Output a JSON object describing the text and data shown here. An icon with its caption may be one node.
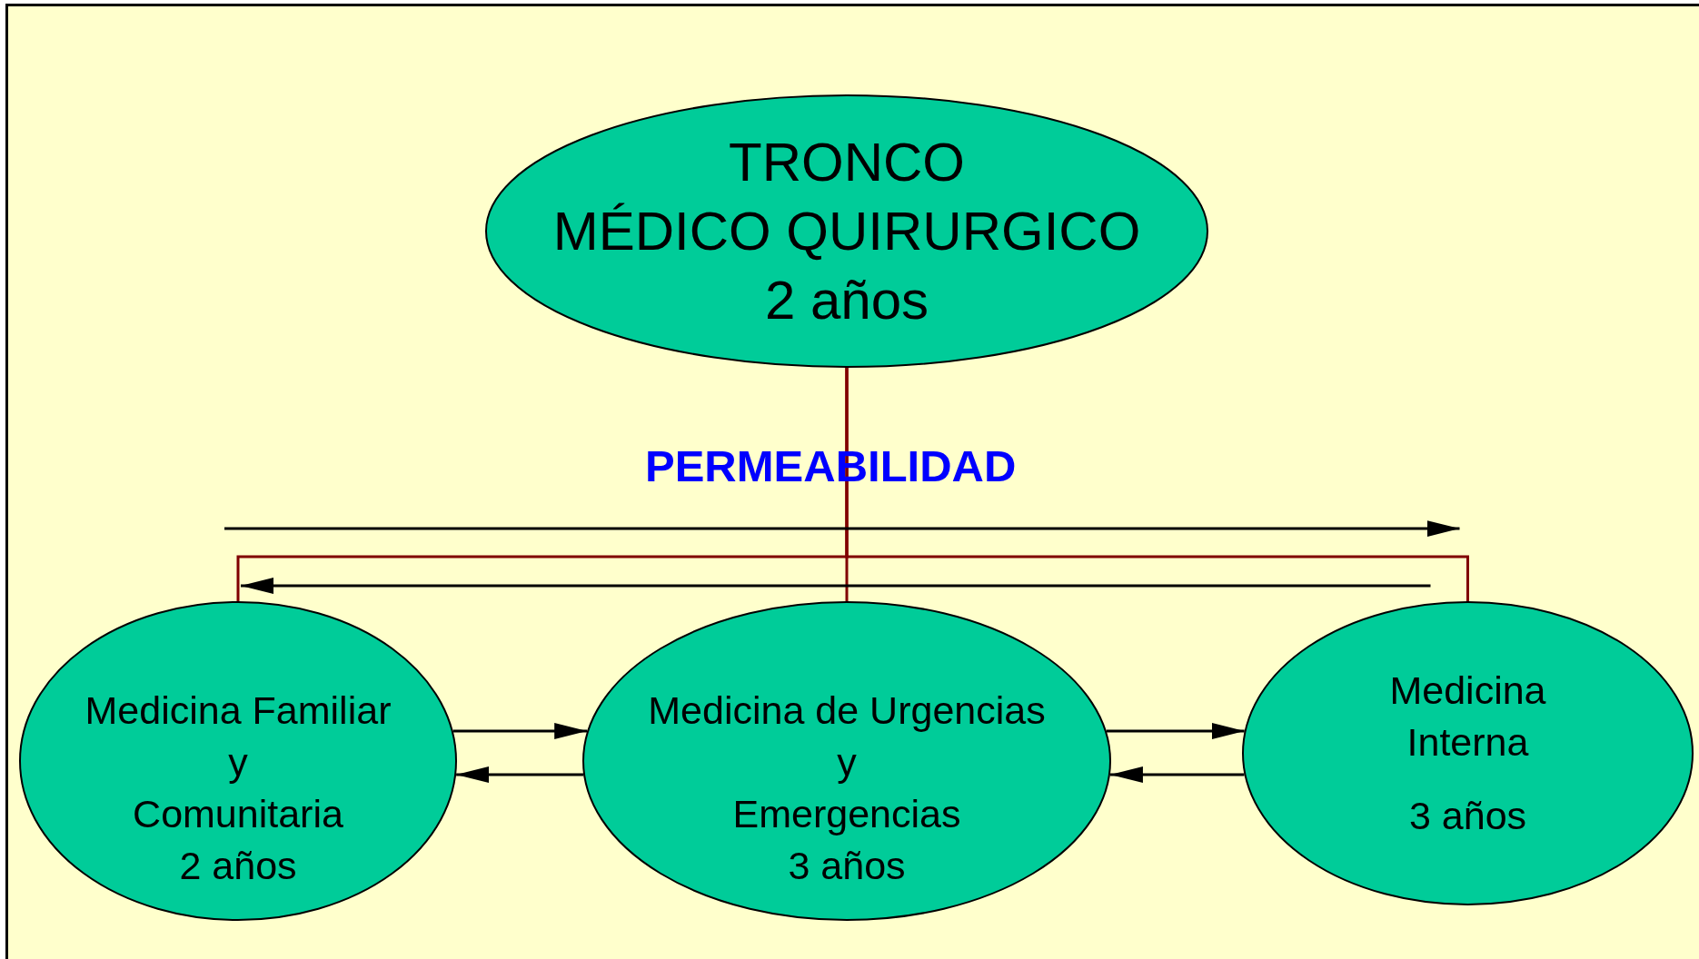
{
  "diagram": {
    "nodes": [
      {
        "text": [
          "TRONCO",
          "MÉDICO QUIRURGICO",
          "2 años"
        ]
      },
      {
        "text": [
          "Medicina Familiar",
          "y",
          "Comunitaria",
          "2 años"
        ]
      },
      {
        "text": [
          "Medicina de Urgencias",
          "y",
          "Emergencias",
          "3 años"
        ]
      },
      {
        "text": [
          "Medicina",
          "Interna",
          "3 años"
        ]
      }
    ],
    "edges": [
      {
        "from": 0,
        "to": 1,
        "arrow": "none",
        "color": "#800000"
      },
      {
        "from": 0,
        "to": 2,
        "arrow": "none",
        "color": "#800000"
      },
      {
        "from": 0,
        "to": 3,
        "arrow": "none",
        "color": "#800000"
      },
      {
        "from": 1,
        "to": 3,
        "arrow": "to"
      },
      {
        "from": 3,
        "to": 1,
        "arrow": "to"
      },
      {
        "from": 1,
        "to": 2,
        "arrow": "to"
      },
      {
        "from": 2,
        "to": 1,
        "arrow": "to"
      },
      {
        "from": 2,
        "to": 3,
        "arrow": "to"
      },
      {
        "from": 3,
        "to": 2,
        "arrow": "to"
      }
    ],
    "labels": [
      "PERMEABILIDAD"
    ]
  }
}
